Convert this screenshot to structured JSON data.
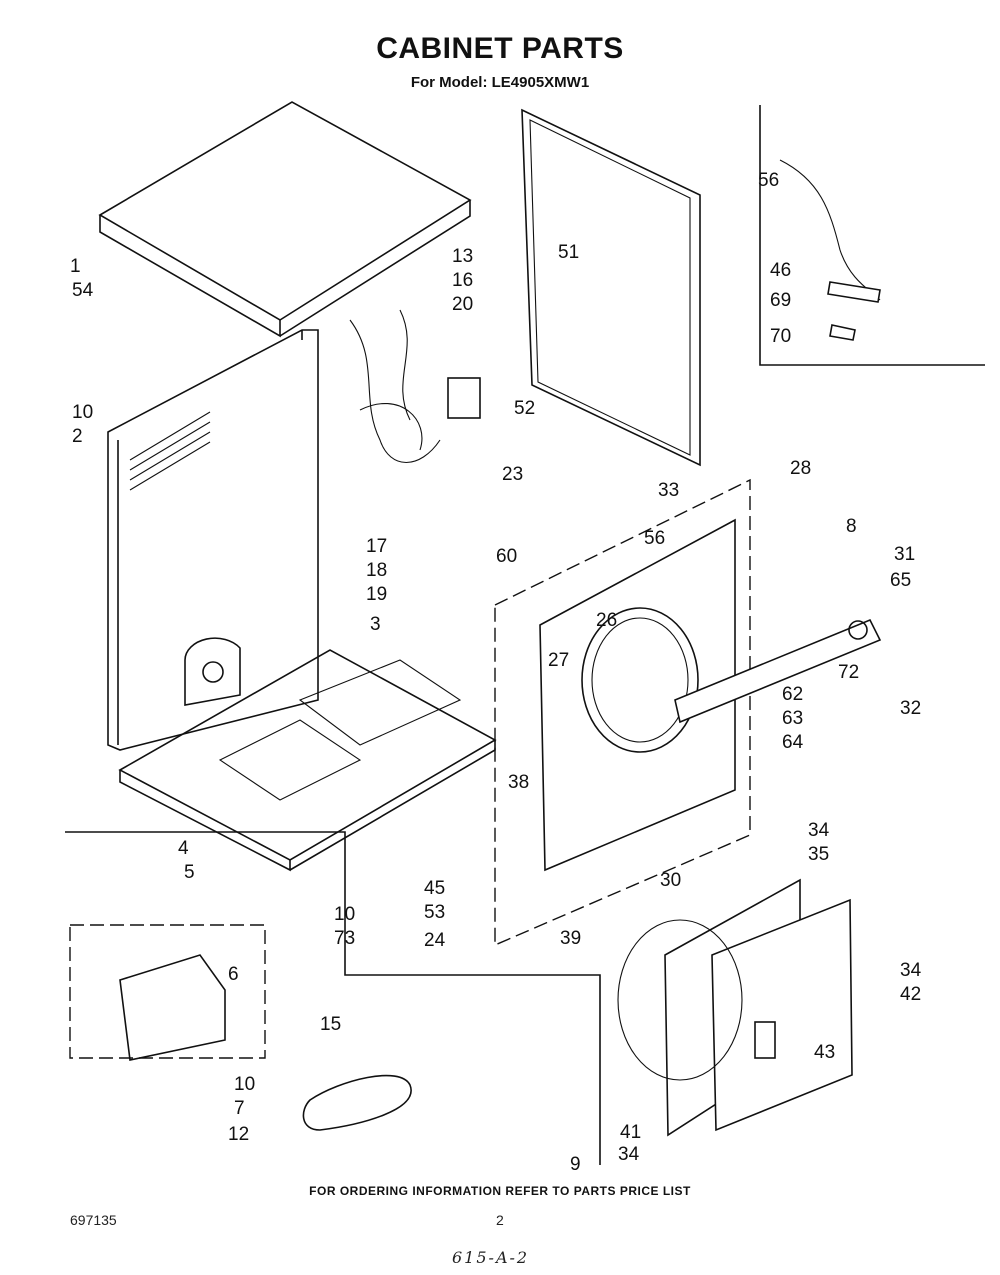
{
  "header": {
    "title": "CABINET PARTS",
    "subtitle": "For Model: LE4905XMW1"
  },
  "footer": {
    "ordering_note": "FOR ORDERING INFORMATION REFER TO PARTS PRICE LIST",
    "doc_number": "697135",
    "page_number": "2",
    "handwritten": "615-A-2"
  },
  "callouts": {
    "c1": "1",
    "c54": "54",
    "c10a": "10",
    "c2": "2",
    "c13": "13",
    "c16": "16",
    "c20": "20",
    "c51": "51",
    "c56a": "56",
    "c46": "46",
    "c69": "69",
    "c70": "70",
    "c52": "52",
    "c23": "23",
    "c33": "33",
    "c28": "28",
    "c17": "17",
    "c18": "18",
    "c19": "19",
    "c60": "60",
    "c3": "3",
    "c56b": "56",
    "c8": "8",
    "c31": "31",
    "c65": "65",
    "c26": "26",
    "c27": "27",
    "c72": "72",
    "c32": "32",
    "c62": "62",
    "c63": "63",
    "c64": "64",
    "c38": "38",
    "c4": "4",
    "c5": "5",
    "c6": "6",
    "c10b": "10",
    "c73": "73",
    "c45": "45",
    "c53": "53",
    "c24": "24",
    "c30": "30",
    "c39": "39",
    "c34a": "34",
    "c35": "35",
    "c34b": "34",
    "c42": "42",
    "c43": "43",
    "c15": "15",
    "c10c": "10",
    "c7": "7",
    "c12": "12",
    "c41": "41",
    "c9": "9",
    "c34c": "34"
  }
}
